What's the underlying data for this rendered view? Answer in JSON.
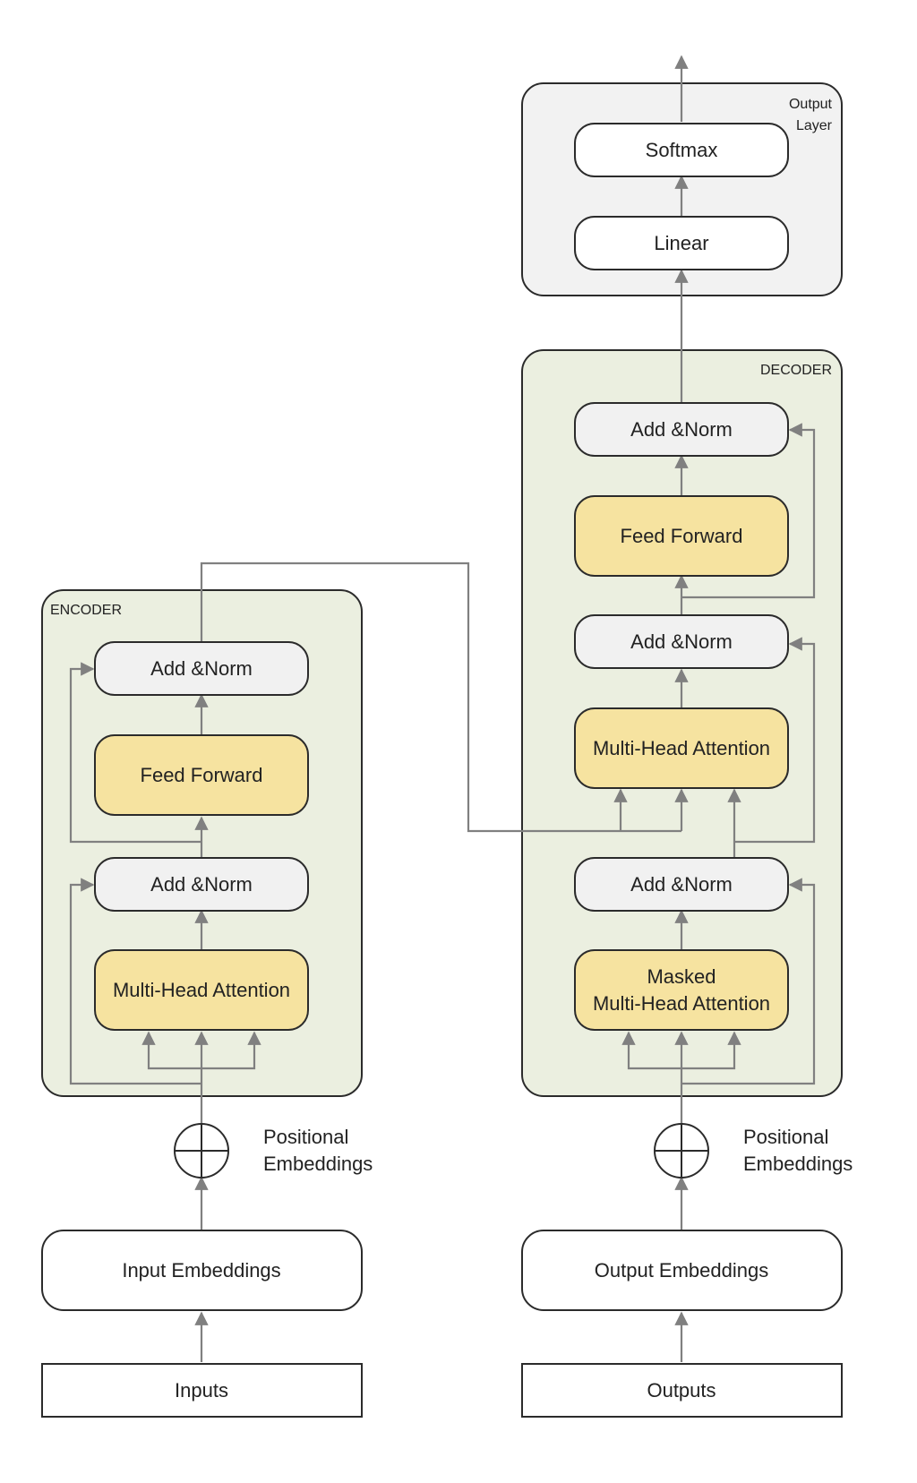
{
  "colors": {
    "container_fill": "#ebefe0",
    "output_layer_fill": "#f2f2f2",
    "norm_fill": "#f1f1f1",
    "attention_fill": "#f6e3a0",
    "plain_fill": "#ffffff",
    "stroke": "#2b2b2b",
    "arrow": "#808080"
  },
  "encoder": {
    "title": "ENCODER",
    "add_norm_top": "Add &Norm",
    "feed_forward": "Feed Forward",
    "add_norm_bottom": "Add &Norm",
    "attention": "Multi-Head Attention"
  },
  "decoder": {
    "title": "DECODER",
    "add_norm_top": "Add &Norm",
    "feed_forward": "Feed Forward",
    "add_norm_middle": "Add &Norm",
    "attention": "Multi-Head Attention",
    "add_norm_bottom": "Add &Norm",
    "masked_attention_line1": "Masked",
    "masked_attention_line2": "Multi-Head Attention"
  },
  "output_layer": {
    "title_line1": "Output",
    "title_line2": "Layer",
    "softmax": "Softmax",
    "linear": "Linear"
  },
  "positional": {
    "line1": "Positional",
    "line2": "Embeddings"
  },
  "input_embeddings": "Input Embeddings",
  "output_embeddings": "Output Embeddings",
  "inputs": "Inputs",
  "outputs": "Outputs"
}
